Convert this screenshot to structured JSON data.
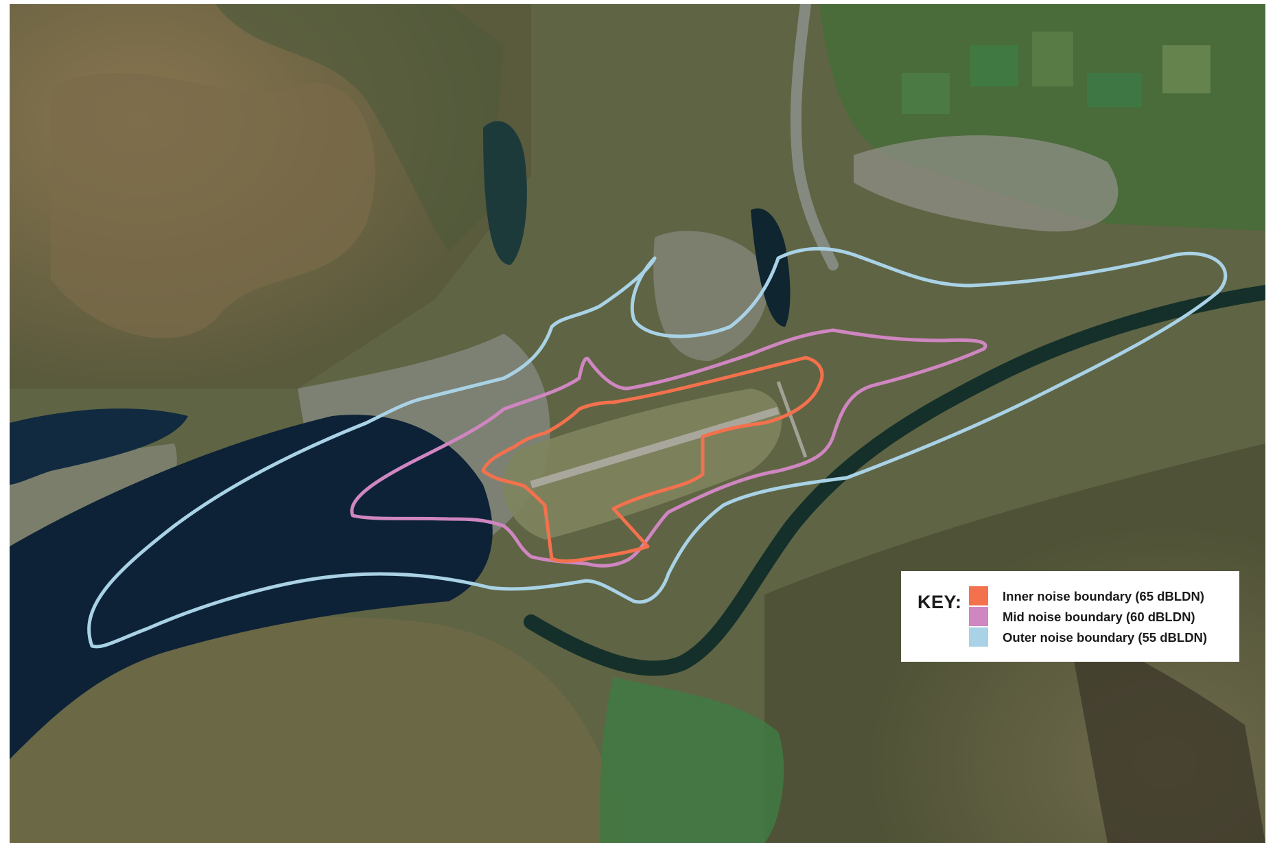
{
  "map": {
    "type": "satellite-aerial",
    "colors": {
      "inner": "#f4714d",
      "mid": "#cf86c1",
      "outer": "#a9d2e6",
      "lake": "#0d2236",
      "river": "#163024",
      "terrain": "#6e6a4a",
      "vegetation": "#4b6a3c",
      "urban": "#8c9190"
    }
  },
  "legend": {
    "title": "KEY:",
    "items": [
      {
        "label": "Inner noise boundary (65 dBLDN)",
        "color": "#f4714d"
      },
      {
        "label": "Mid noise boundary (60 dBLDN)",
        "color": "#cf86c1"
      },
      {
        "label": "Outer noise boundary (55 dBLDN)",
        "color": "#a9d2e6"
      }
    ]
  }
}
